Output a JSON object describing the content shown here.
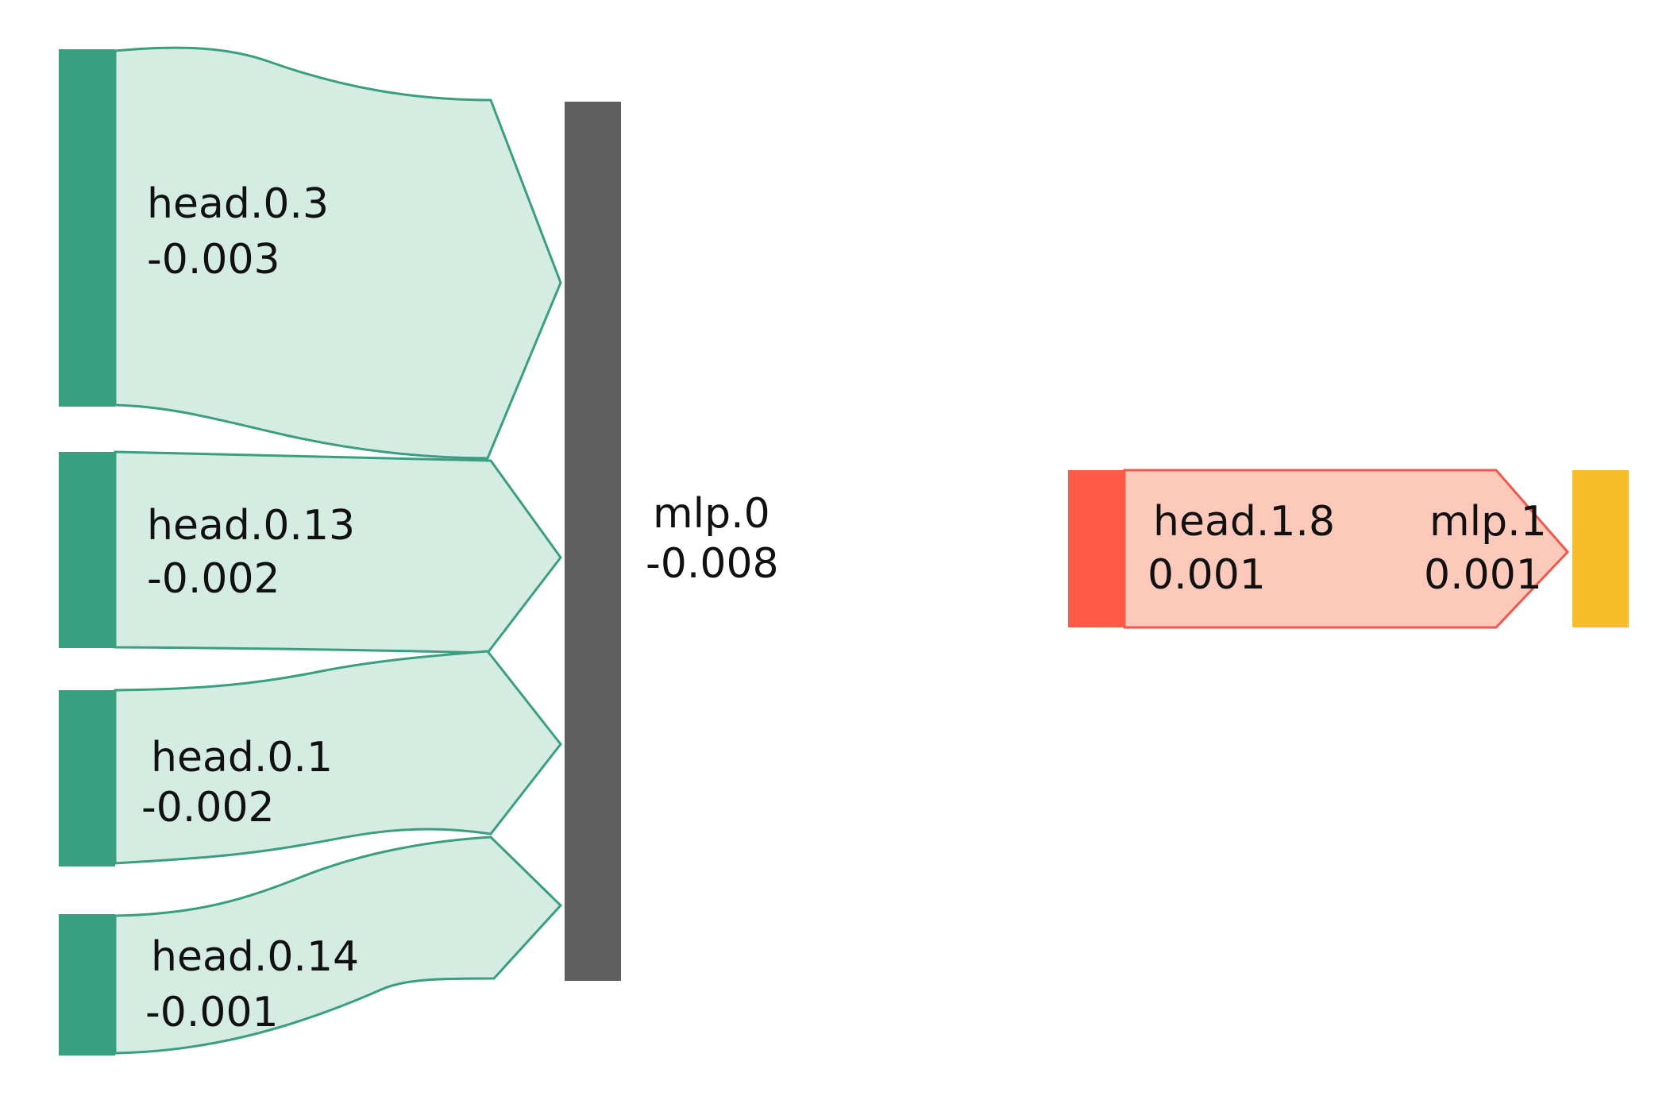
{
  "colors": {
    "negative_node": "#3a9e80",
    "negative_flow_fill": "#d5ece3",
    "negative_flow_stroke": "#3a9e80",
    "target_node": "#5f5f5f",
    "positive_node": "#ff5a45",
    "positive_flow_fill": "#fdc9bb",
    "positive_flow_stroke": "#f0584a",
    "positive_target_node": "#f8bd28"
  },
  "groups": [
    {
      "target": {
        "name": "mlp.0",
        "value": "-0.008"
      },
      "sources": [
        {
          "name": "head.0.3",
          "value": "-0.003"
        },
        {
          "name": "head.0.13",
          "value": "-0.002"
        },
        {
          "name": "head.0.1",
          "value": "-0.002"
        },
        {
          "name": "head.0.14",
          "value": "-0.001"
        }
      ]
    },
    {
      "target": {
        "name": "mlp.1",
        "value": "0.001"
      },
      "sources": [
        {
          "name": "head.1.8",
          "value": "0.001"
        }
      ]
    }
  ]
}
